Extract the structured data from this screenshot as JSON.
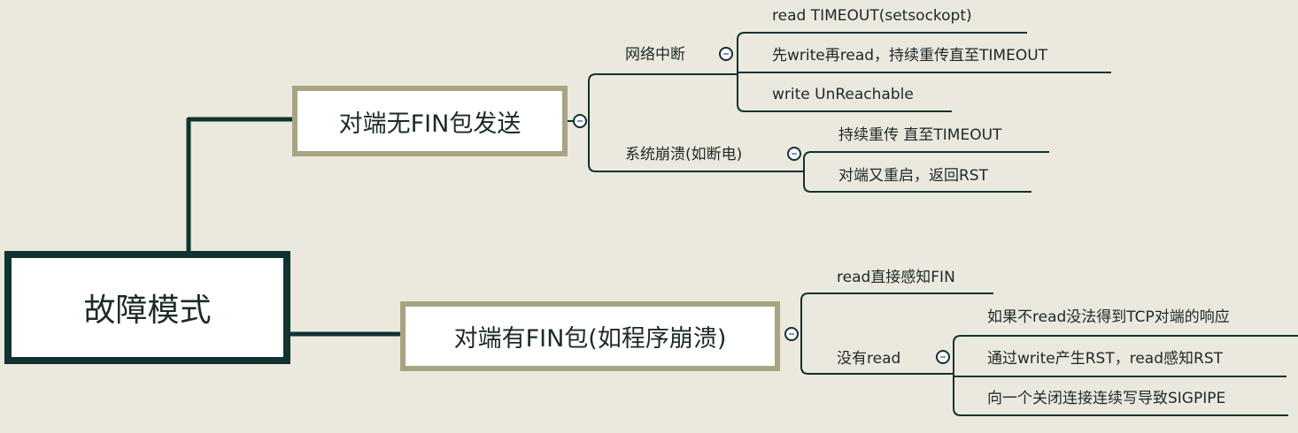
{
  "root": {
    "label": "故障模式"
  },
  "branches": [
    {
      "label": "对端无FIN包发送",
      "children": [
        {
          "label": "网络中断",
          "children": [
            "read TIMEOUT(setsockopt)",
            "先write再read，持续重传直至TIMEOUT",
            "write UnReachable"
          ]
        },
        {
          "label": "系统崩溃(如断电)",
          "children": [
            "持续重传 直至TIMEOUT",
            "对端又重启，返回RST"
          ]
        }
      ]
    },
    {
      "label": "对端有FIN包(如程序崩溃)",
      "children": [
        {
          "label": "read直接感知FIN"
        },
        {
          "label": "没有read",
          "children": [
            "如果不read没法得到TCP对端的响应",
            "通过write产生RST，read感知RST",
            "向一个关闭连接连续写导致SIGPIPE"
          ]
        }
      ]
    }
  ],
  "colors": {
    "background": "#ebe8dd",
    "line": "#0f3331",
    "main_border": "#a8a383"
  }
}
